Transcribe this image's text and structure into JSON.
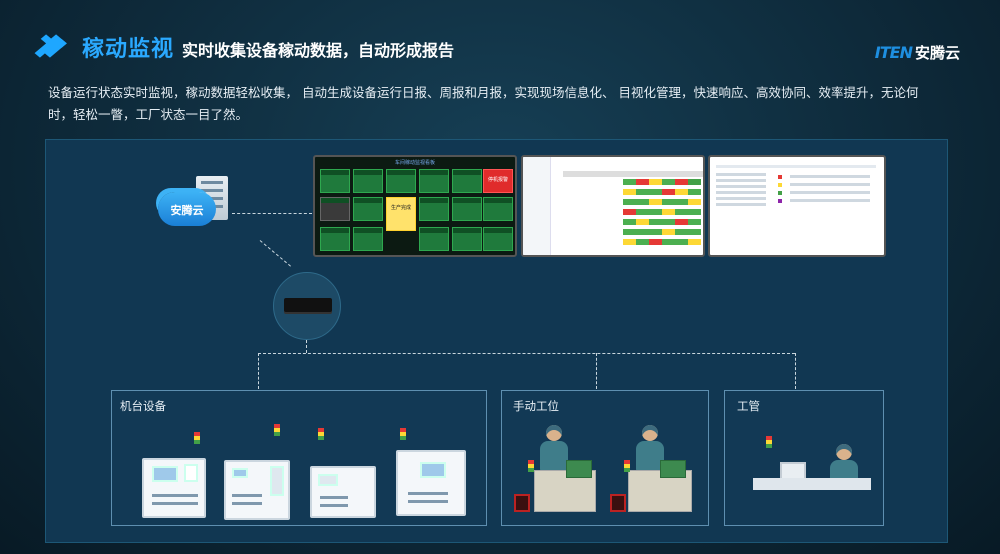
{
  "header": {
    "title_main": "稼动监视",
    "title_sub": "实时收集设备稼动数据，自动形成报告",
    "brand_logo": "ITEN",
    "brand_name": "安腾云"
  },
  "description": "设备运行状态实时监视，稼动数据轻松收集， 自动生成设备运行日报、周报和月报，实现现场信息化、 目视化管理，快速响应、高效协同、效率提升，无论何时，轻松一瞥，工厂状态一目了然。",
  "cloud_label": "安腾云",
  "monitor1": {
    "title": "车间稼动监视看板",
    "red_tile": "停机报警",
    "yellow_tile": "生产完成"
  },
  "boxes": {
    "machines": "机台设备",
    "workstations": "手动工位",
    "workers": "工管"
  },
  "colors": {
    "accent": "#2aa9ff",
    "panel": "#113752",
    "tile_green": "#1f7a3c",
    "tile_red": "#e02b2b",
    "tile_yellow": "#ffe26b"
  },
  "icons": [
    "chevron-right-icon",
    "cloud-icon",
    "server-icon",
    "router-icon",
    "signal-tower-light-icon",
    "machine-icon",
    "worker-icon",
    "computer-icon"
  ]
}
